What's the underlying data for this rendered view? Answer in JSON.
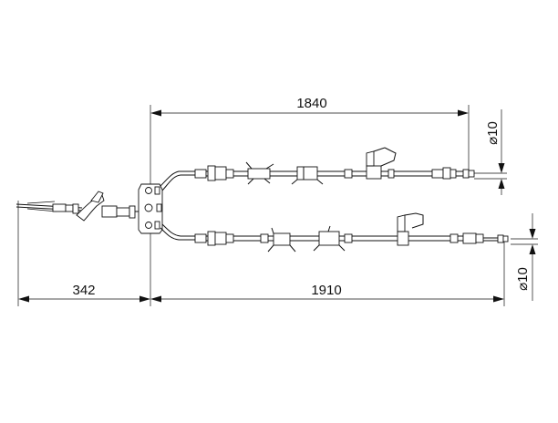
{
  "dimensions": {
    "upper_length": "1840",
    "lower_length": "1910",
    "front_length": "342",
    "upper_diameter": "⌀10",
    "lower_diameter": "⌀10"
  }
}
